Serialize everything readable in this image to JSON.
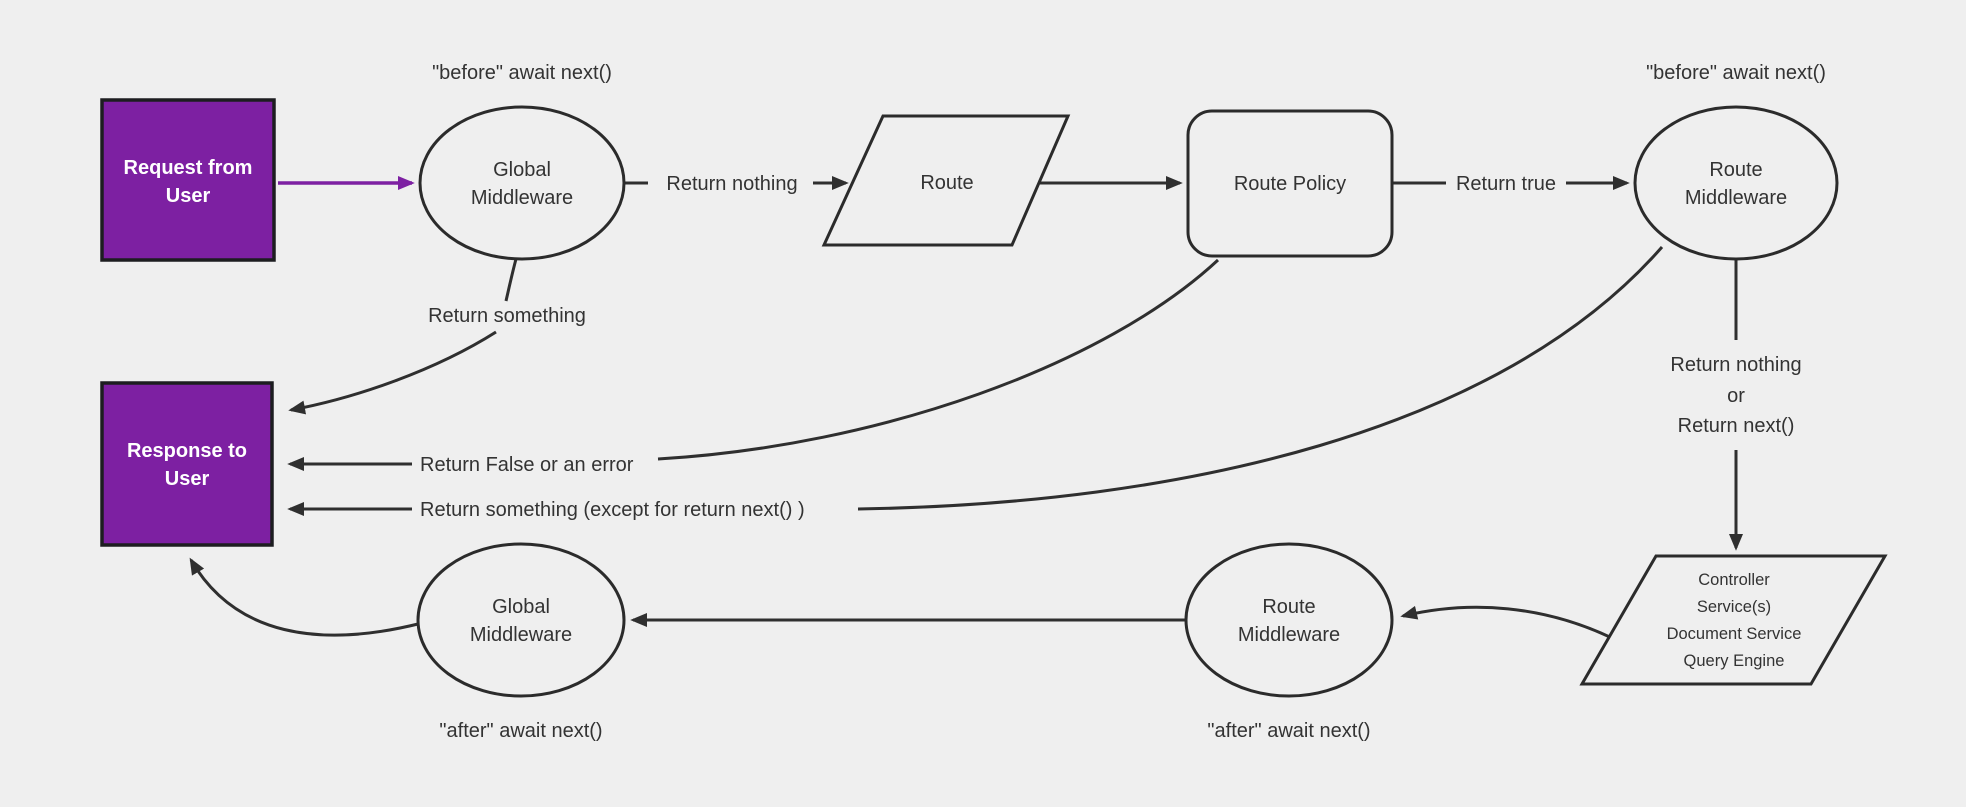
{
  "diagram": {
    "type": "flowchart",
    "description": "Request lifecycle through global middlewares, route policies, route middlewares and controllers",
    "background": "#efefef",
    "colors": {
      "accent_purple": "#7d20a2",
      "node_fill": "#efefef",
      "node_stroke": "#2b2b2b",
      "box_border": "#1d1d20",
      "box_text": "#ffffff",
      "edge_stroke": "#2f2f2f",
      "label_text": "#333333"
    }
  },
  "nodes": {
    "request": {
      "line1": "Request from",
      "line2": "User",
      "shape": "rectangle"
    },
    "global_mw_top": {
      "line1": "Global",
      "line2": "Middleware",
      "shape": "ellipse"
    },
    "route": {
      "label": "Route",
      "shape": "parallelogram"
    },
    "route_policy": {
      "label": "Route Policy",
      "shape": "rounded-rectangle"
    },
    "route_mw_top": {
      "line1": "Route",
      "line2": "Middleware",
      "shape": "ellipse"
    },
    "controller": {
      "line1": "Controller",
      "line2": "Service(s)",
      "line3": "Document Service",
      "line4": "Query Engine",
      "shape": "parallelogram"
    },
    "route_mw_bottom": {
      "line1": "Route",
      "line2": "Middleware",
      "shape": "ellipse"
    },
    "global_mw_bottom": {
      "line1": "Global",
      "line2": "Middleware",
      "shape": "ellipse"
    },
    "response": {
      "line1": "Response to",
      "line2": "User",
      "shape": "rectangle"
    }
  },
  "labels": {
    "before_left": "\"before\" await next()",
    "before_right": "\"before\" await next()",
    "after_left": "\"after\" await next()",
    "after_right": "\"after\" await next()",
    "return_nothing": "Return nothing",
    "return_true": "Return true",
    "return_something": "Return something",
    "return_false_or_error": "Return False or an error",
    "return_something_except": "Return something (except for return next() )",
    "branch_line1": "Return nothing",
    "branch_line2": "or",
    "branch_line3": "Return next()"
  }
}
